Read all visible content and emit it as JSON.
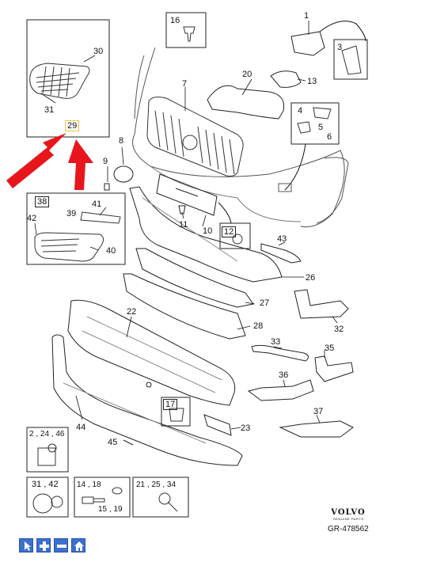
{
  "callouts": [
    {
      "id": "c1",
      "text": "1"
    },
    {
      "id": "c3",
      "text": "3"
    },
    {
      "id": "c4",
      "text": "4"
    },
    {
      "id": "c5",
      "text": "5"
    },
    {
      "id": "c6",
      "text": "6"
    },
    {
      "id": "c7",
      "text": "7"
    },
    {
      "id": "c8",
      "text": "8"
    },
    {
      "id": "c9",
      "text": "9"
    },
    {
      "id": "c10",
      "text": "10"
    },
    {
      "id": "c11",
      "text": "11"
    },
    {
      "id": "c12",
      "text": "12"
    },
    {
      "id": "c13",
      "text": "13"
    },
    {
      "id": "c16",
      "text": "16"
    },
    {
      "id": "c17",
      "text": "17"
    },
    {
      "id": "c20",
      "text": "20"
    },
    {
      "id": "c22",
      "text": "22"
    },
    {
      "id": "c23",
      "text": "23"
    },
    {
      "id": "c26",
      "text": "26"
    },
    {
      "id": "c27",
      "text": "27"
    },
    {
      "id": "c28",
      "text": "28"
    },
    {
      "id": "c29",
      "text": "29"
    },
    {
      "id": "c30",
      "text": "30"
    },
    {
      "id": "c31",
      "text": "31"
    },
    {
      "id": "c32",
      "text": "32"
    },
    {
      "id": "c33",
      "text": "33"
    },
    {
      "id": "c35",
      "text": "35"
    },
    {
      "id": "c36",
      "text": "36"
    },
    {
      "id": "c37",
      "text": "37"
    },
    {
      "id": "c38",
      "text": "38"
    },
    {
      "id": "c39",
      "text": "39"
    },
    {
      "id": "c40",
      "text": "40"
    },
    {
      "id": "c41",
      "text": "41"
    },
    {
      "id": "c42",
      "text": "42"
    },
    {
      "id": "c43",
      "text": "43"
    },
    {
      "id": "c44",
      "text": "44"
    },
    {
      "id": "c45",
      "text": "45"
    },
    {
      "id": "c2446",
      "text": "2 , 24 , 46"
    },
    {
      "id": "c3142",
      "text": "31 , 42"
    },
    {
      "id": "c1418",
      "text": "14 , 18"
    },
    {
      "id": "c1519",
      "text": "15 , 19"
    },
    {
      "id": "c212534",
      "text": "21 , 25 , 34"
    }
  ],
  "brand": {
    "name": "VOLVO",
    "tagline": "GENUINE PARTS"
  },
  "reference": "GR-478562",
  "colors": {
    "arrow": "#e8161b",
    "highlight": "#f0c040",
    "toolbar": "#3b6fd0",
    "line": "#222222"
  },
  "toolbar": [
    {
      "icon": "pointer-icon"
    },
    {
      "icon": "zoom-in-icon"
    },
    {
      "icon": "zoom-out-icon"
    },
    {
      "icon": "home-icon"
    }
  ]
}
